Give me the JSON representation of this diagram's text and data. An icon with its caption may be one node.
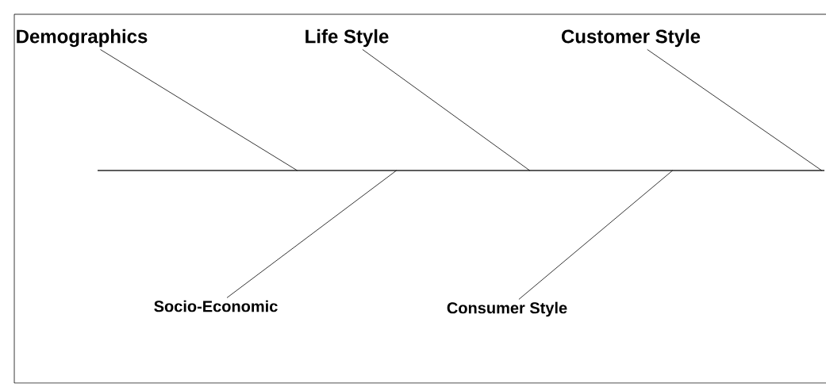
{
  "diagram": {
    "nodes": [
      {
        "text": [
          "Demographics"
        ]
      },
      {
        "text": [
          "Life Style"
        ]
      },
      {
        "text": [
          "Customer Style"
        ]
      },
      {
        "text": [
          "Socio-Economic"
        ]
      },
      {
        "text": [
          "Consumer Style"
        ]
      },
      {
        "text": [],
        "shape": "line"
      }
    ],
    "edges": [
      {
        "from": 0,
        "to": 5,
        "arrow": "none"
      },
      {
        "from": 1,
        "to": 5,
        "arrow": "none"
      },
      {
        "from": 2,
        "to": 5,
        "arrow": "none"
      },
      {
        "from": 3,
        "to": 5,
        "arrow": "none"
      },
      {
        "from": 4,
        "to": 5,
        "arrow": "none"
      }
    ]
  }
}
